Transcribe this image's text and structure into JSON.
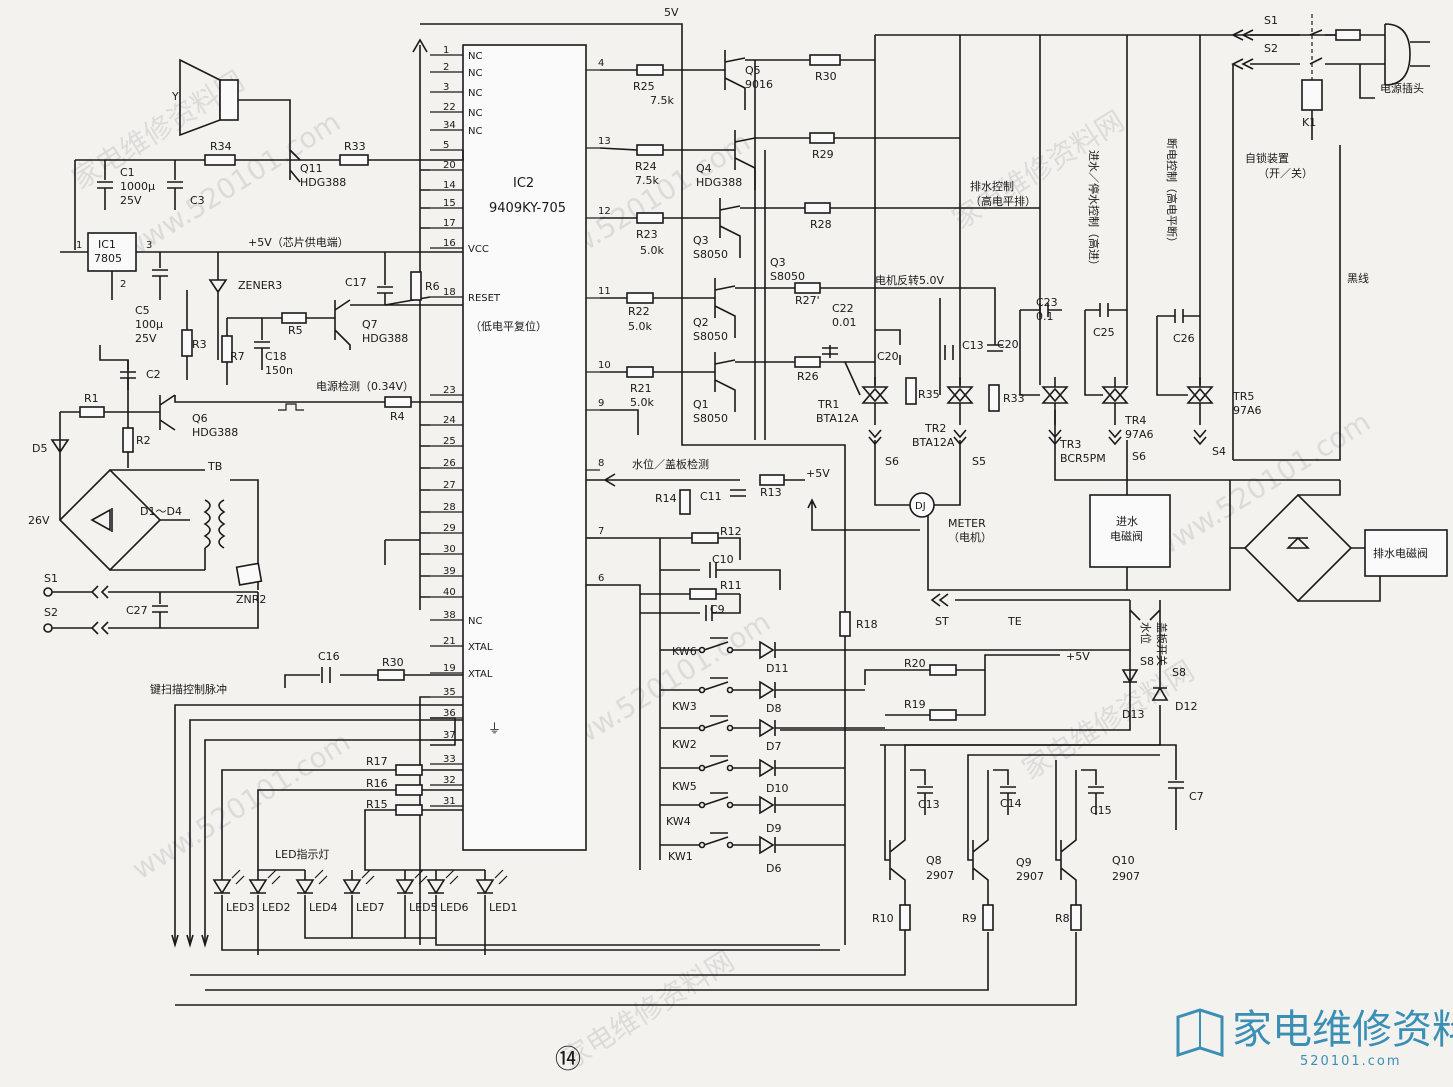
{
  "top_label": "5V",
  "ic2": {
    "name": "IC2",
    "part": "9409KY-705",
    "left_pins": [
      {
        "num": "1",
        "name": "NC"
      },
      {
        "num": "2",
        "name": "NC"
      },
      {
        "num": "3",
        "name": "NC"
      },
      {
        "num": "22",
        "name": "NC"
      },
      {
        "num": "34",
        "name": "NC"
      },
      {
        "num": "5",
        "name": ""
      },
      {
        "num": "20",
        "name": ""
      },
      {
        "num": "14",
        "name": ""
      },
      {
        "num": "15",
        "name": ""
      },
      {
        "num": "17",
        "name": ""
      },
      {
        "num": "16",
        "name": "VCC"
      },
      {
        "num": "18",
        "name": "RESET"
      },
      {
        "num": "23",
        "name": ""
      },
      {
        "num": "24",
        "name": ""
      },
      {
        "num": "25",
        "name": ""
      },
      {
        "num": "26",
        "name": ""
      },
      {
        "num": "27",
        "name": ""
      },
      {
        "num": "28",
        "name": ""
      },
      {
        "num": "29",
        "name": ""
      },
      {
        "num": "30",
        "name": ""
      },
      {
        "num": "39",
        "name": ""
      },
      {
        "num": "40",
        "name": ""
      },
      {
        "num": "38",
        "name": "NC"
      },
      {
        "num": "21",
        "name": "XTAL"
      },
      {
        "num": "19",
        "name": "XTAL"
      },
      {
        "num": "35",
        "name": ""
      },
      {
        "num": "36",
        "name": ""
      },
      {
        "num": "37",
        "name": ""
      },
      {
        "num": "33",
        "name": ""
      },
      {
        "num": "32",
        "name": ""
      },
      {
        "num": "31",
        "name": ""
      }
    ],
    "right_pins": [
      "4",
      "13",
      "12",
      "11",
      "10",
      "9",
      "8",
      "7",
      "6"
    ],
    "reset_note": "（低电平复位）"
  },
  "labels": {
    "speaker": "Y",
    "c1": "C1",
    "c1_val1": "1000μ",
    "c1_val2": "25V",
    "c3": "C3",
    "r34": "R34",
    "q11": "Q11",
    "q11_type": "HDG388",
    "r33": "R33",
    "ic1": "IC1",
    "ic1_part": "7805",
    "ic1_p1": "1",
    "ic1_p2": "2",
    "ic1_p3": "3",
    "vcc_note": "+5V（芯片供电端）",
    "c5": "C5",
    "c5_val1": "100μ",
    "c5_val2": "25V",
    "zener": "ZENER3",
    "c17": "C17",
    "r6": "R6",
    "r3": "R3",
    "r7": "R7",
    "r5": "R5",
    "c18": "C18",
    "c18_val": "150n",
    "q7": "Q7",
    "q7_type": "HDG388",
    "c2": "C2",
    "r1": "R1",
    "r2": "R2",
    "q6": "Q6",
    "q6_type": "HDG388",
    "power_detect": "电源检测（0.34V）",
    "r4": "R4",
    "d5": "D5",
    "tb": "TB",
    "v26": "26V",
    "bridge": "D1～D4",
    "s1": "S1",
    "s2": "S2",
    "c27": "C27",
    "znr2": "ZNR2",
    "c16": "C16",
    "r30b": "R30",
    "keyscan": "键扫描控制脉冲",
    "r17": "R17",
    "r16": "R16",
    "r15": "R15",
    "led_title": "LED指示灯",
    "led3": "LED3",
    "led2": "LED2",
    "led4": "LED4",
    "led7": "LED7",
    "led5": "LED5",
    "led6": "LED6",
    "led1": "LED1",
    "r25": "R25",
    "r25_val": "7.5k",
    "q5": "Q5",
    "q5_type": "9016",
    "r30": "R30",
    "r24": "R24",
    "r24_val": "7.5k",
    "q4": "Q4",
    "q4_type": "HDG388",
    "r29": "R29",
    "r23": "R23",
    "r23_val": "5.0k",
    "q3": "Q3",
    "q3_type": "S8050",
    "r28": "R28",
    "q3b": "Q3",
    "q3b_type": "S8050",
    "r22": "R22",
    "r22_val": "5.0k",
    "q2": "Q2",
    "q2_type": "S8050",
    "r27": "R27'",
    "r21": "R21",
    "r21_val": "5.0k",
    "q1": "Q1",
    "q1_type": "S8050",
    "r26": "R26",
    "c22": "C22",
    "c22_val": "0.01",
    "motor_rev": "电机反转5.0V",
    "drain_ctrl": "排水控制",
    "drain_ctrl2": "（高电平排）",
    "c20a": "C20",
    "c20b": "C20",
    "c13": "C13",
    "r35": "R35",
    "c23": "C23",
    "c23_val": "0.1",
    "c25": "C25",
    "c26": "C26",
    "tr1": "TR1",
    "tr1_type": "BTA12A",
    "tr2": "TR2",
    "tr2_type": "BTA12A",
    "tr3": "TR3",
    "tr3_type": "BCR5PM",
    "tr4": "TR4",
    "tr4_type": "97A6",
    "tr5": "TR5",
    "tr5_type": "97A6",
    "s6a": "S6",
    "s5": "S5",
    "s6b": "S6",
    "s4": "S4",
    "dj": "DJ",
    "meter": "METER",
    "meter2": "（电机）",
    "inlet_valve": "进水",
    "inlet_valve2": "电磁阀",
    "drain_valve": "排水电磁阀",
    "water_ctrl": "进水／停水控制（高进）",
    "power_ctrl": "断电控制（高电平断）",
    "selflock": "自锁装置",
    "selflock2": "（开／关）",
    "k1": "K1",
    "black_wire": "黑线",
    "plug": "电源插头",
    "s1r": "S1",
    "s2r": "S2",
    "water_detect": "水位／盖板检测",
    "p5v": "+5V",
    "r14": "R14",
    "c11": "C11",
    "r13": "R13",
    "r12": "R12",
    "c10": "C10",
    "r11": "R11",
    "c9": "C9",
    "r18": "R18",
    "st": "ST",
    "te": "TE",
    "water_sw": "水位",
    "lid_sw": "盖板开关",
    "s8a": "S8",
    "s8b": "S8",
    "d13": "D13",
    "d12": "D12",
    "kw6": "KW6",
    "kw3": "KW3",
    "kw2": "KW2",
    "kw5": "KW5",
    "kw4": "KW4",
    "kw1": "KW1",
    "d11": "D11",
    "d8": "D8",
    "d7": "D7",
    "d10": "D10",
    "d9": "D9",
    "d6": "D6",
    "r20": "R20",
    "r19": "R19",
    "p5v2": "+5V",
    "c13b": "C13",
    "c14": "C14",
    "c15": "C15",
    "c7": "C7",
    "q8": "Q8",
    "q8_type": "2907",
    "q9": "Q9",
    "q9_type": "2907",
    "q10": "Q10",
    "q10_type": "2907",
    "r10": "R10",
    "r9": "R9",
    "r8": "R8",
    "page_num": "⑭"
  },
  "watermarks": [
    "www.520101.com",
    "家电维修资料网"
  ],
  "logo": {
    "text": "家电维修资料网",
    "sub": "520101.com"
  }
}
